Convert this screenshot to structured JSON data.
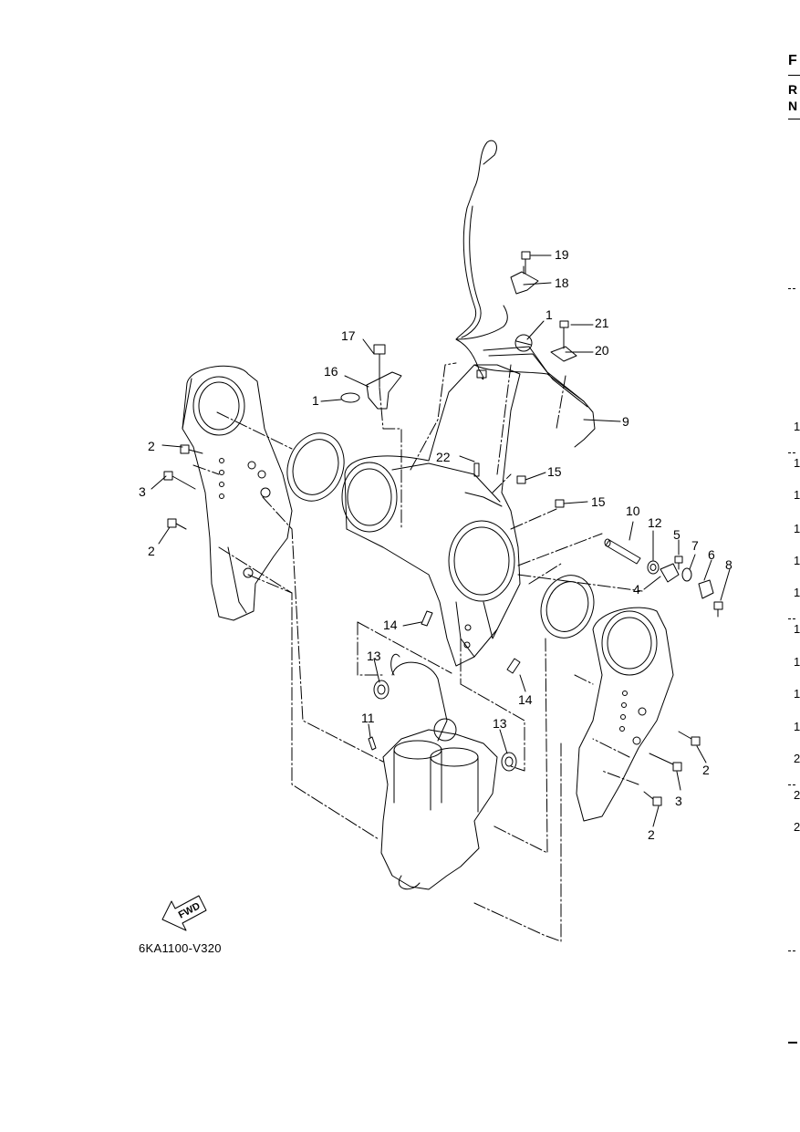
{
  "diagram": {
    "callouts": {
      "c19": "19",
      "c18": "18",
      "c1a": "1",
      "c21": "21",
      "c20": "20",
      "c17": "17",
      "c16": "16",
      "c1b": "1",
      "c9": "9",
      "c2a": "2",
      "c3a": "3",
      "c2b": "2",
      "c22": "22",
      "c15a": "15",
      "c15b": "15",
      "c10": "10",
      "c12": "12",
      "c5": "5",
      "c7": "7",
      "c6": "6",
      "c8": "8",
      "c4": "4",
      "c14a": "14",
      "c14b": "14",
      "c13a": "13",
      "c13b": "13",
      "c11": "11",
      "c2c": "2",
      "c3b": "3",
      "c2d": "2"
    },
    "fwd_label": "FWD",
    "drawing_code": "6KA1100-V320"
  },
  "right_edge": {
    "letters": [
      "F",
      "R",
      "N"
    ],
    "numbers": [
      "1",
      "1",
      "1",
      "1",
      "1",
      "1",
      "1",
      "1",
      "1",
      "1",
      "2",
      "2",
      "2"
    ]
  },
  "colors": {
    "ink": "#000000",
    "paper": "#ffffff"
  }
}
